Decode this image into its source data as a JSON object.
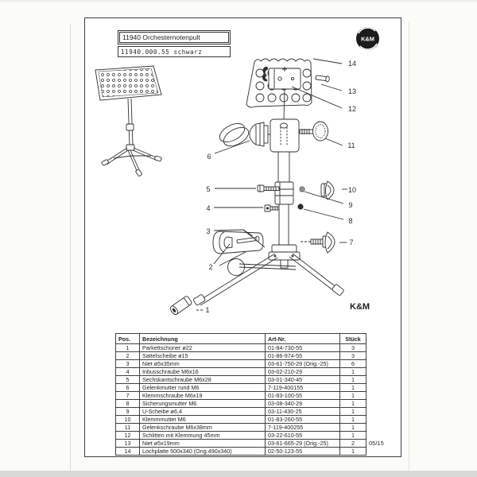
{
  "page": {
    "header": {
      "model_line": "11940 Orchesternotenpult",
      "variant_line": "11940.000.55 schwarz"
    },
    "logo_text": "K&M",
    "brand_mark": "K&M",
    "edition": "05/15"
  },
  "callouts": {
    "c1": "1",
    "c2": "2",
    "c3": "3",
    "c4": "4",
    "c5": "5",
    "c6": "6",
    "c7": "7",
    "c8": "8",
    "c9": "9",
    "c10": "10",
    "c11": "11",
    "c12": "12",
    "c13": "13",
    "c14": "14"
  },
  "table": {
    "headers": [
      "Pos.",
      "Bezeichnung",
      "Art-Nr.",
      "Stück"
    ],
    "rows": [
      [
        "1",
        "Parkettschoner ø22",
        "01-84-730-55",
        "3"
      ],
      [
        "2",
        "Sattelscheibe ø15",
        "01-86-974-55",
        "3"
      ],
      [
        "3",
        "Niet ø5x35mm",
        "03-61-750-29  (Orig.-25)",
        "6"
      ],
      [
        "4",
        "Inbusschraube M6x16",
        "03-02-210-29",
        "1"
      ],
      [
        "5",
        "Sechskantschraube M6x28",
        "03-01-340-45",
        "1"
      ],
      [
        "6",
        "Gelenkmutter rund M6",
        "7-119-400155",
        "1"
      ],
      [
        "7",
        "Klemmschraube M6x19",
        "01-83-100-55",
        "1"
      ],
      [
        "8",
        "Sicherungsmutter M6",
        "03-08-340-29",
        "1"
      ],
      [
        "9",
        "U-Scheibe ø6,4",
        "03-11-430-25",
        "1"
      ],
      [
        "10",
        "Klemmmutter M6",
        "01-83-260-55",
        "1"
      ],
      [
        "11",
        "Gelenkschraube M6x38mm",
        "7-119-400255",
        "1"
      ],
      [
        "12",
        "Schlitten mit Klemmung 45mm",
        "03-22-610-55",
        "1"
      ],
      [
        "13",
        "Niet ø5x19mm",
        "03-61-665-29  (Orig.-25)",
        "2"
      ],
      [
        "14",
        "Lochplatte 500x340  (Orig.490x340)",
        "02-50-123-55",
        "1"
      ]
    ]
  }
}
